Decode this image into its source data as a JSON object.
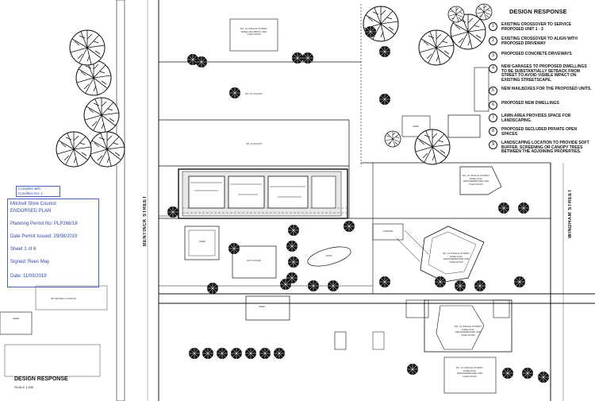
{
  "legend": {
    "heading": "DESIGN RESPONSE",
    "items": [
      {
        "num": "1",
        "text": "EXISTING CROSSOVER TO SERVICE PROPOSED UNIT 1 - 3"
      },
      {
        "num": "2",
        "text": "EXISTING CROSSOVER TO ALIGN WITH PROPOSED DRIVEWAY"
      },
      {
        "num": "3",
        "text": "PROPOSED CONCRETE DRIVEWAYS"
      },
      {
        "num": "4",
        "text": "NEW GARAGES TO PROPOSED DWELLINGS TO BE SUBSTANTIALLY SETBACK FROM STREET TO AVOID VISIBLE IMPACT ON EXISTING STREETSCAPE."
      },
      {
        "num": "5",
        "text": "NEW MAILBOXES FOR THE PROPOSED UNITS."
      },
      {
        "num": "6",
        "text": "PROPOSED NEW DWELLINGS"
      },
      {
        "num": "7",
        "text": "LAWN AREA PROVIDES SPACE FOR LANDSCAPING."
      },
      {
        "num": "8",
        "text": "PROPOSED SECLUDED PRIVATE OPEN SPACES"
      },
      {
        "num": "9",
        "text": "LANDSCAPING LOCATION TO PROVIDE SOFT BUFFER, SCREENING OR CANOPY TREES BETWEEN THE ADJOINING PROPERTIES."
      }
    ]
  },
  "streets": {
    "left": "BENTINCK   STREET",
    "right": "WINDHAM   STREET"
  },
  "drawing": {
    "title": "DESIGN RESPONSE",
    "scale": "SCALE 1:200"
  },
  "complies": {
    "line1": "Complies with",
    "line2": "Condition No: 1"
  },
  "stamp": {
    "council": "Mitchell Shire Council",
    "status": "ENDORSED PLAN",
    "permit": "Planning Permit No: PLP266/18",
    "date_issued": "Date Permit Issued: 29/08/2019",
    "sheet": "Sheet 1 of 6",
    "signed": "Signed: Rees May",
    "date": "Date: 11/09/2019"
  },
  "plan_labels": {
    "nbr_single": "NO. 14 SINGLE STOREY DWELLING BRICK AND TILED ROOF",
    "vacant_a": "NO. 10 VACANT",
    "vacant_b": "NO. 8 VACANT",
    "shed": "SHED",
    "garage": "GARAGE",
    "hot_house": "HOT HOUSE",
    "nbr_weather": "NO. 21 SINGLE STOREY DWELLING WEATHERBOARD AND TILED ROOF",
    "pool": "POOL",
    "station": "SP PETROLL STATION"
  }
}
